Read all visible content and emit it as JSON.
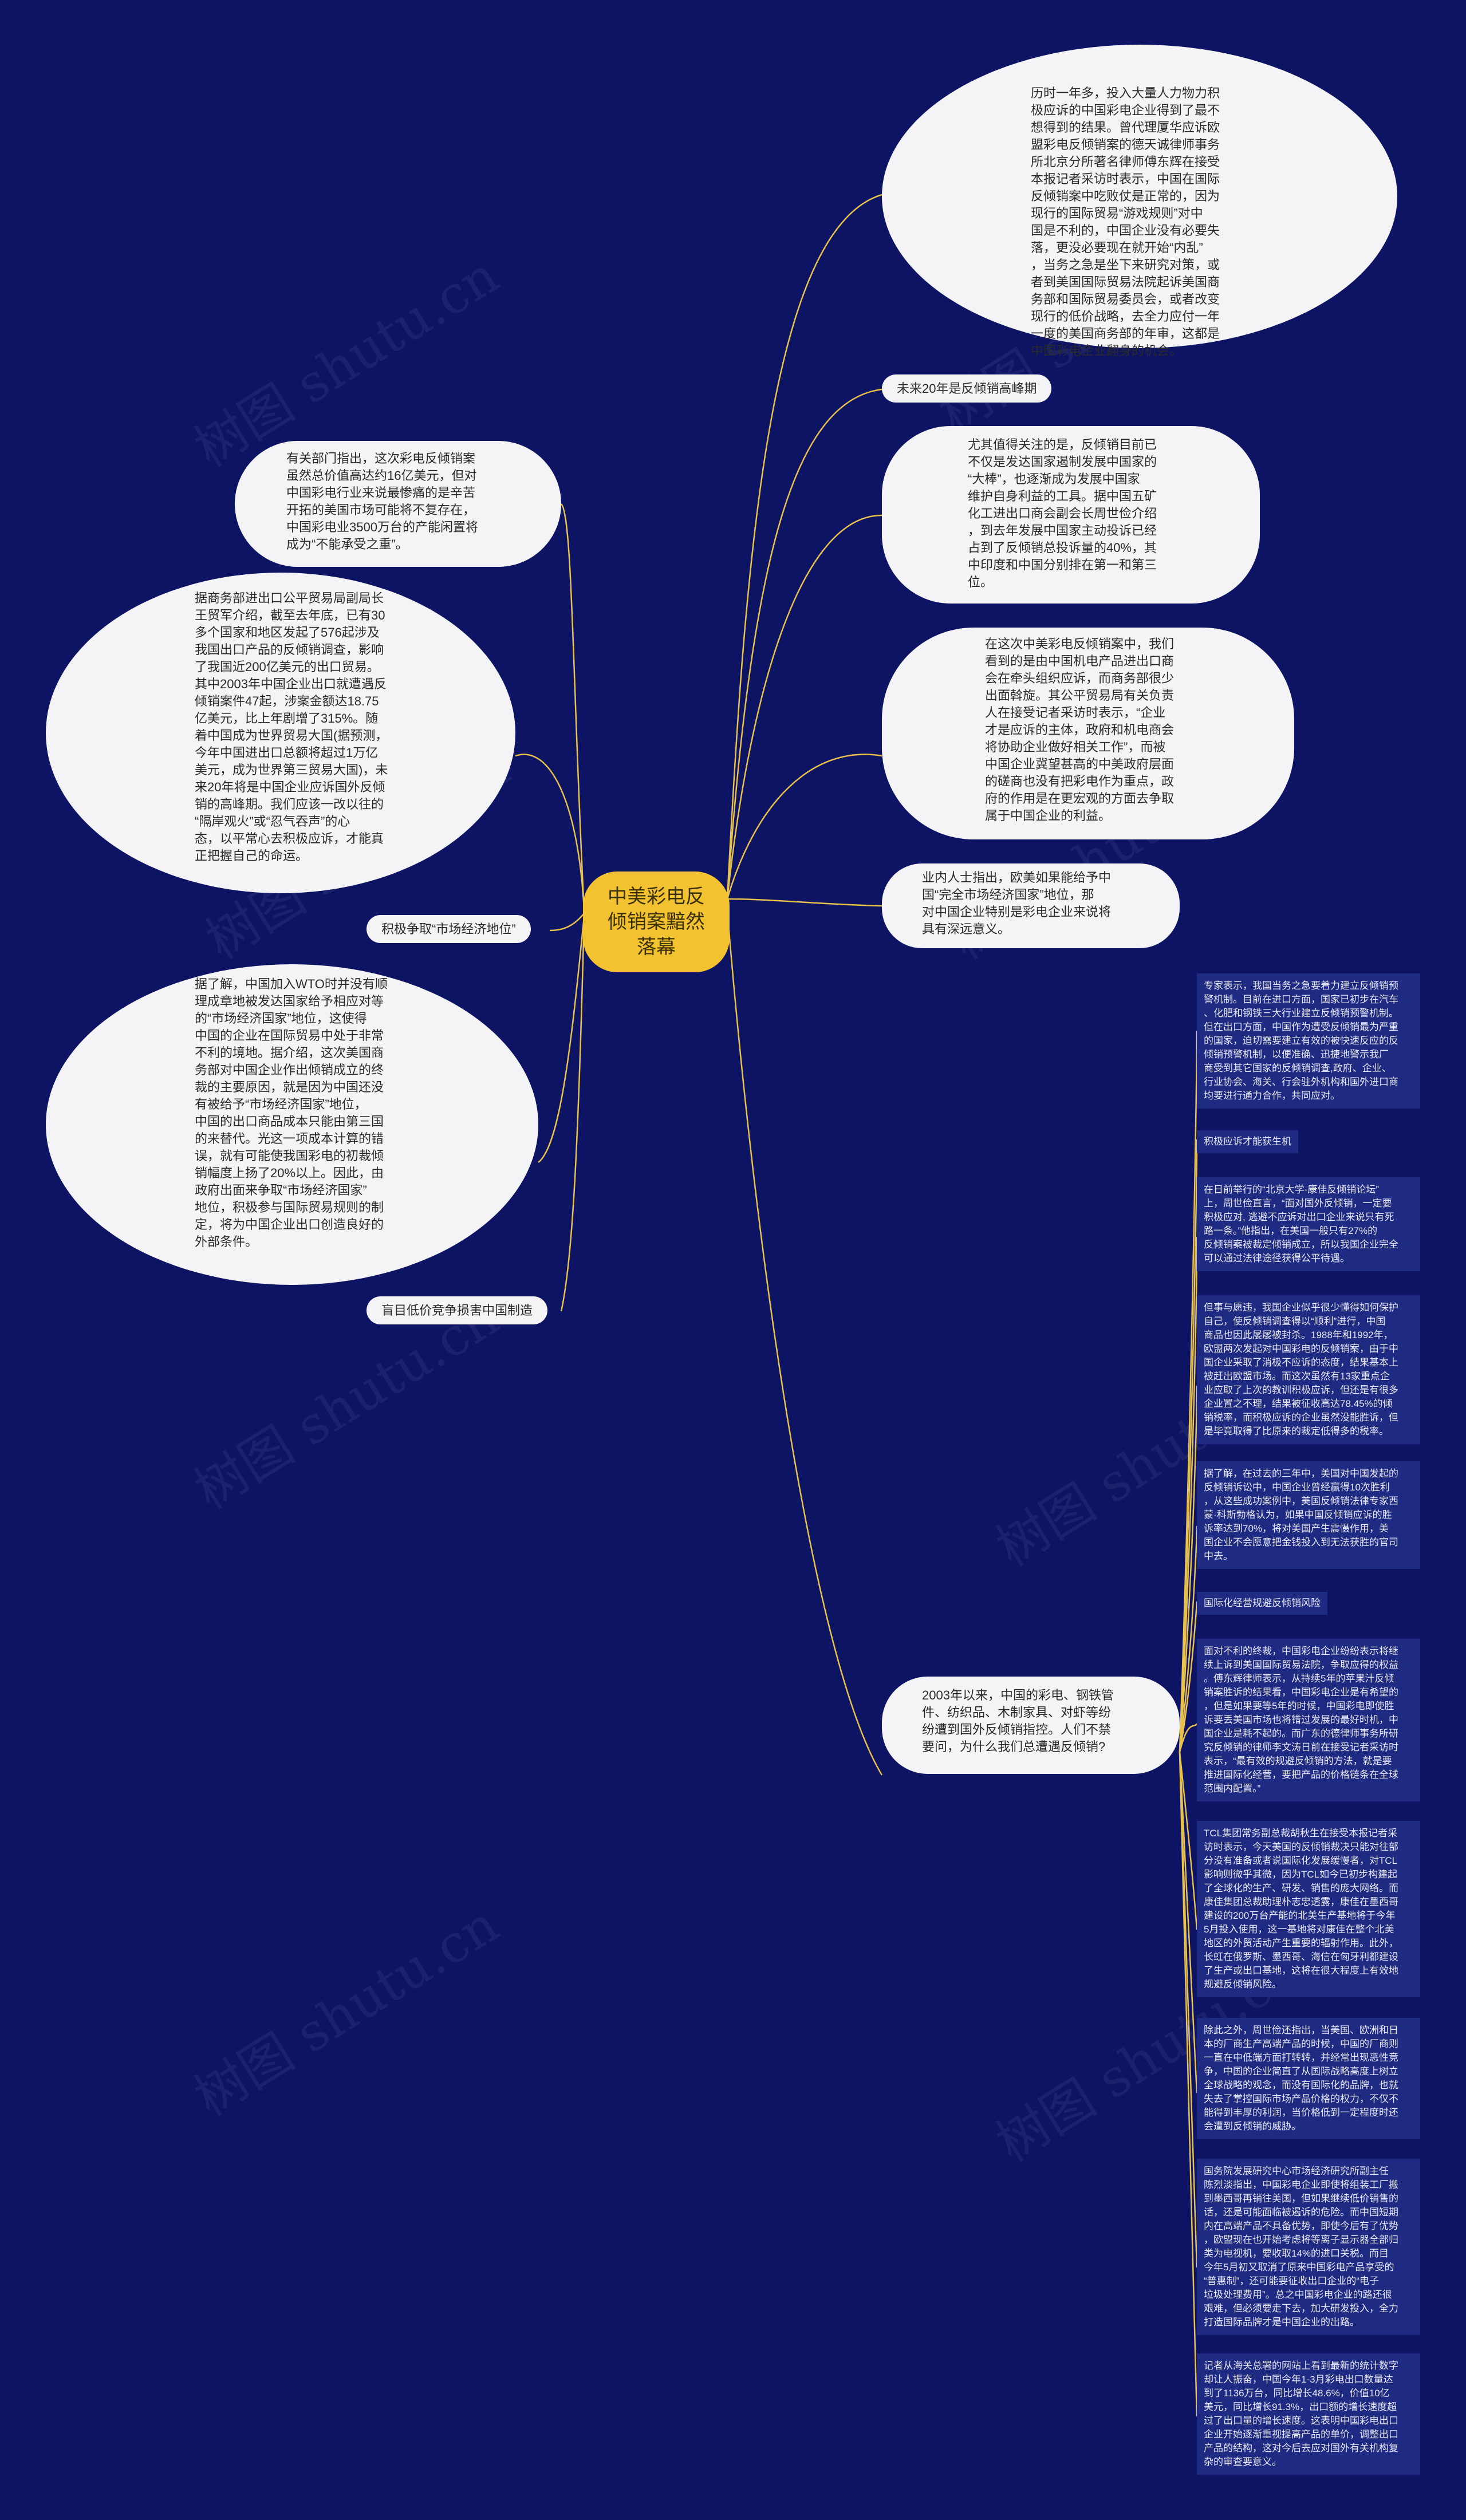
{
  "center": {
    "title": "中美彩电反倾销案黯然落幕"
  },
  "right_nodes": [
    "历时一年多，投入大量人力物力积\n极应诉的中国彩电企业得到了最不\n想得到的结果。曾代理厦华应诉欧\n盟彩电反倾销案的德天诚律师事务\n所北京分所著名律师傅东辉在接受\n本报记者采访时表示，中国在国际\n反倾销案中吃败仗是正常的，因为\n现行的国际贸易“游戏规则”对中\n国是不利的，中国企业没有必要失\n落，更没必要现在就开始“内乱”\n，当务之急是坐下来研究对策，或\n者到美国国际贸易法院起诉美国商\n务部和国际贸易委员会，或者改变\n现行的低价战略，去全力应付一年\n一度的美国商务部的年审，这都是\n中国彩电企业翻身的机会。",
    "未来20年是反倾销高峰期",
    "尤其值得关注的是，反倾销目前已\n不仅是发达国家遏制发展中国家的\n“大棒”，也逐渐成为发展中国家\n维护自身利益的工具。据中国五矿\n化工进出口商会副会长周世俭介绍\n，到去年发展中国家主动投诉已经\n占到了反倾销总投诉量的40%，其\n中印度和中国分别排在第一和第三\n位。",
    "在这次中美彩电反倾销案中，我们\n看到的是由中国机电产品进出口商\n会在牵头组织应诉，而商务部很少\n出面斡旋。其公平贸易局有关负责\n人在接受记者采访时表示，“企业\n才是应诉的主体，政府和机电商会\n将协助企业做好相关工作”，而被\n中国企业冀望甚高的中美政府层面\n的磋商也没有把彩电作为重点，政\n府的作用是在更宏观的方面去争取\n属于中国企业的利益。",
    "业内人士指出，欧美如果能给予中\n国“完全市场经济国家”地位，那\n对中国企业特别是彩电企业来说将\n具有深远意义。",
    "2003年以来，中国的彩电、钢铁管\n件、纺织品、木制家具、对虾等纷\n纷遭到国外反倾销指控。人们不禁\n要问，为什么我们总遭遇反倾销?"
  ],
  "left_nodes": [
    "有关部门指出，这次彩电反倾销案\n虽然总价值高达约16亿美元，但对\n中国彩电行业来说最惨痛的是辛苦\n开拓的美国市场可能将不复存在，\n中国彩电业3500万台的产能闲置将\n成为“不能承受之重”。",
    "据商务部进出口公平贸易局副局长\n王贸军介绍，截至去年底，已有30\n多个国家和地区发起了576起涉及\n我国出口产品的反倾销调查，影响\n了我国近200亿美元的出口贸易。\n其中2003年中国企业出口就遭遇反\n倾销案件47起，涉案金额达18.75\n亿美元，比上年剧增了315%。随\n着中国成为世界贸易大国(据预测，\n今年中国进出口总额将超过1万亿\n美元，成为世界第三贸易大国)，未\n来20年将是中国企业应诉国外反倾\n销的高峰期。我们应该一改以往的\n“隔岸观火”或“忍气吞声”的心\n态，以平常心去积极应诉，才能真\n正把握自己的命运。",
    "积极争取“市场经济地位”",
    "据了解，中国加入WTO时并没有顺\n理成章地被发达国家给予相应对等\n的“市场经济国家”地位，这使得\n中国的企业在国际贸易中处于非常\n不利的境地。据介绍，这次美国商\n务部对中国企业作出倾销成立的终\n裁的主要原因，就是因为中国还没\n有被给予“市场经济国家”地位，\n中国的出口商品成本只能由第三国\n的来替代。光这一项成本计算的错\n误，就有可能使我国彩电的初裁倾\n销幅度上扬了20%以上。因此，由\n政府出面来争取“市场经济国家”\n地位，积极参与国际贸易规则的制\n定，将为中国企业出口创造良好的\n外部条件。",
    "盲目低价竞争损害中国制造"
  ],
  "leaves": [
    "专家表示，我国当务之急要着力建立反倾销预\n警机制。目前在进口方面，国家已初步在汽车\n、化肥和钢铁三大行业建立反倾销预警机制。\n但在出口方面，中国作为遭受反倾销最为严重\n的国家，迫切需要建立有效的被快速反应的反\n倾销预警机制，以便准确、迅捷地警示我厂\n商受到其它国家的反倾销调查,政府、企业、\n行业协会、海关、行会驻外机构和国外进口商\n均要进行通力合作，共同应对。",
    "积极应诉才能获生机",
    "在日前举行的“北京大学-康佳反倾销论坛”\n上，周世俭直言，“面对国外反倾销，一定要\n积极应对, 逃避不应诉对出口企业来说只有死\n路一条。”他指出，在美国一般只有27%的\n反倾销案被裁定倾销成立，所以我国企业完全\n可以通过法律途径获得公平待遇。",
    "但事与愿违，我国企业似乎很少懂得如何保护\n自己，使反倾销调查得以“顺利”进行，中国\n商品也因此屡屡被封杀。1988年和1992年，\n欧盟两次发起对中国彩电的反倾销案，由于中\n国企业采取了消极不应诉的态度，结果基本上\n被赶出欧盟市场。而这次虽然有13家重点企\n业应取了上次的教训积极应诉，但还是有很多\n企业置之不理，结果被征收高达78.45%的倾\n销税率，而积极应诉的企业虽然没能胜诉，但\n是毕竟取得了比原来的裁定低得多的税率。",
    "据了解，在过去的三年中，美国对中国发起的\n反倾销诉讼中，中国企业曾经赢得10次胜利\n，从这些成功案例中，美国反倾销法律专家西\n蒙·科斯勃格认为，如果中国反倾销应诉的胜\n诉率达到70%，将对美国产生震慑作用，美\n国企业不会愿意把金钱投入到无法获胜的官司\n中去。",
    "国际化经营规避反倾销风险",
    "面对不利的终裁，中国彩电企业纷纷表示将继\n续上诉到美国国际贸易法院，争取应得的权益\n。傅东辉律师表示，从持续5年的苹果汁反倾\n销案胜诉的结果看，中国彩电企业是有希望的\n，但是如果要等5年的时候，中国彩电即使胜\n诉要丢美国市场也将错过发展的最好时机，中\n国企业是耗不起的。而广东的德律师事务所研\n究反倾销的律师李文涛日前在接受记者采访时\n表示，“最有效的规避反倾销的方法，就是要\n推进国际化经营，要把产品的价格链条在全球\n范围内配置。”",
    "TCL集团常务副总裁胡秋生在接受本报记者采\n访时表示，今天美国的反倾销裁决只能对往部\n分没有准备或者说国际化发展缓慢者，对TCL\n影响则微乎其微，因为TCL如今已初步构建起\n了全球化的生产、研发、销售的庞大网络。而\n康佳集团总裁助理朴志忠透露，康佳在墨西哥\n建设的200万台产能的北美生产基地将于今年\n5月投入使用，这一基地将对康佳在整个北美\n地区的外贸活动产生重要的辐射作用。此外，\n长虹在俄罗斯、墨西哥、海信在匈牙利都建设\n了生产或出口基地，这将在很大程度上有效地\n规避反倾销风险。",
    "除此之外，周世俭还指出，当美国、欧洲和日\n本的厂商生产高端产品的时候，中国的厂商则\n一直在中低端方面打转转，并经常出现恶性竞\n争，中国的企业简直了从国际战略高度上树立\n全球战略的观念，而没有国际化的品牌，也就\n失去了掌控国际市场产品价格的权力，不仅不\n能得到丰厚的利润，当价格低到一定程度时还\n会遭到反倾销的威胁。",
    "国务院发展研究中心市场经济研究所副主任\n陈烈淡指出，中国彩电企业即使将组装工厂搬\n到墨西哥再销往美国，但如果继续低价销售的\n话，还是可能面临被遏诉的危险。而中国短期\n内在高端产品不具备优势，即使今后有了优势\n，欧盟现在也开始考虑将等离子显示器全部归\n类为电视机，要收取14%的进口关税。而目\n今年5月初又取消了原来中国彩电产品享受的\n“普惠制”，还可能要征收出口企业的“电子\n垃圾处理费用”。总之中国彩电企业的路还很\n艰难，但必须要走下去，加大研发投入，全力\n打造国际品牌才是中国企业的出路。",
    "记者从海关总署的网站上看到最新的统计数字\n却让人振奋，中国今年1-3月彩电出口数量达\n到了1136万台，同比增长48.6%，价值10亿\n美元，同比增长91.3%，出口额的增长速度超\n过了出口量的增长速度。这表明中国彩电出口\n企业开始逐渐重视提高产品的单价，调整出口\n产品的结构，这对今后去应对国外有关机构复\n杂的审查要意义。"
  ],
  "watermark": [
    "树图 shutu.cn",
    "树图 shutu.cn",
    "树图 shutu.cn",
    "树图 shutu.cn",
    "树图 shutu.cn",
    "树图 shutu.cn",
    "树图 shutu.cn",
    "树图 shutu.cn"
  ],
  "colors": {
    "background": "#0d1464",
    "connector": "#e8c24a",
    "center": "#f2c230",
    "leaf": "#1f2a82"
  }
}
